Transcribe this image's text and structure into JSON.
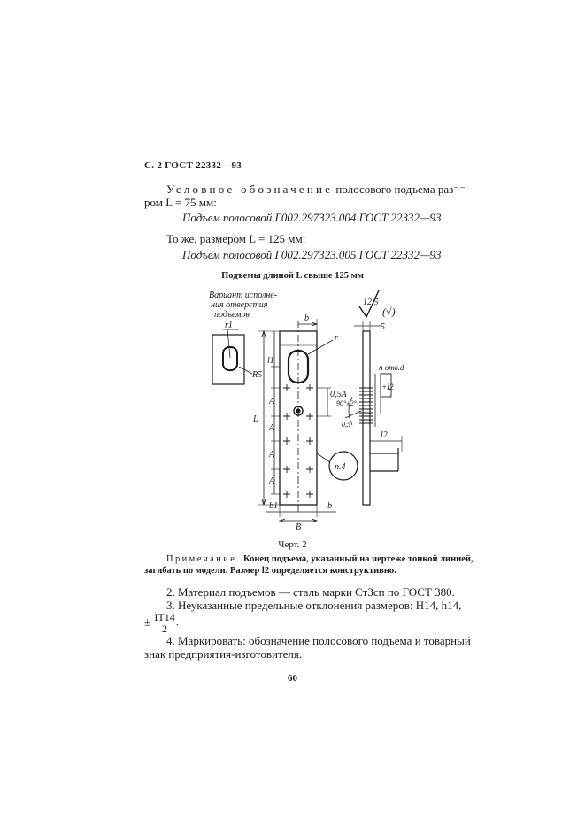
{
  "header": {
    "page_ref": "С. 2 ГОСТ 22332—93"
  },
  "intro": {
    "label_spaced": "Условное обозначение",
    "line1_rest": "полосового подъема раз⁻⁻",
    "line2": "ром L = 75 мм:",
    "designation1": "Подъем полосовой Г002.297323.004 ГОСТ 22332—93",
    "same_line": "То же, размером L = 125 мм:",
    "designation2": "Подъем полосовой Г002.297323.005 ГОСТ 22332—93"
  },
  "figure": {
    "top_caption": "Подъемы длиной L свыше 125 мм",
    "variant_label_1": "Вариант исполне-",
    "variant_label_2": "ния отверстия",
    "variant_label_3": "подъемов",
    "roughness_value": "12,5",
    "roughness_paren": "(√)",
    "dim_r1": "r1",
    "dim_r5": "R5",
    "dim_r": "r",
    "dim_b_top": "b",
    "dim_l1": "l1",
    "dim_L": "L",
    "dim_A1": "A",
    "dim_A2": "A",
    "dim_A3": "A",
    "dim_A4": "A",
    "dim_05A": "0,5A",
    "dim_b1": "b1",
    "dim_B": "B",
    "dim_b_bottom": "b",
    "dim_5": "5",
    "dim_hole": "n отв.d",
    "dim_tol": "+I2",
    "dim_angle": "90°±2°",
    "dim_depth": "0,5",
    "dim_12": "l2",
    "callout": "п.4",
    "caption": "Черт. 2"
  },
  "note": {
    "label_spaced": "Примечание.",
    "line1_rest": "Конец подъема, указанный на чертеже тонкой линией,",
    "line2": "загибать по модели. Размер l2 определяется конструктивно."
  },
  "items": {
    "item2": "2. Материал подъемов — сталь марки Ст3сп по ГОСТ 380.",
    "item3": "3. Неуказанные предельные отклонения размеров: H14, h14,",
    "item3_pm": "±",
    "item3_num": "IT14",
    "item3_den": "2",
    "item3_end": ".",
    "item4_line1": "4. Маркировать: обозначение полосового подъема и товарный",
    "item4_line2": "знак предприятия-изготовителя."
  },
  "page_number": "60"
}
